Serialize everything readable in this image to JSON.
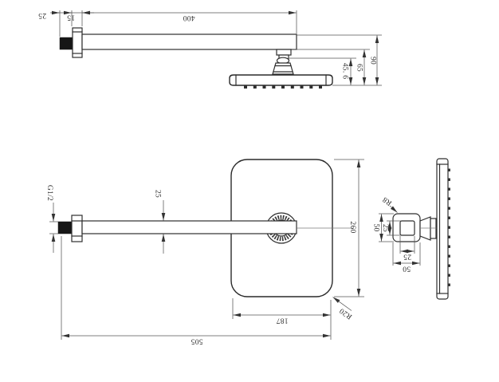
{
  "colors": {
    "background": "#ffffff",
    "object_line": "#2e2e2e",
    "dimension_line": "#555555",
    "text": "#2f2f2f",
    "solid_fill": "#161616"
  },
  "dimensions": {
    "top_view": {
      "wall_stub_length": "25",
      "escutcheon_depth": "15",
      "arm_length": "400",
      "head_drop": "45. 6",
      "joint_drop": "65",
      "total_drop": "90"
    },
    "plan_view": {
      "inlet_thread": "G1/2",
      "arm_width": "25",
      "head_length": "260",
      "head_width": "187",
      "overall_projection": "505",
      "head_corner_radius": "R20"
    },
    "side_view": {
      "flange_corner_radius": "R8",
      "flange_outer_height": "50",
      "flange_inner_height": "25",
      "flange_inner_width": "25",
      "flange_outer_width": "50"
    }
  },
  "nozzles": {
    "profile_tick_count": 9,
    "side_dot_count": 13
  }
}
